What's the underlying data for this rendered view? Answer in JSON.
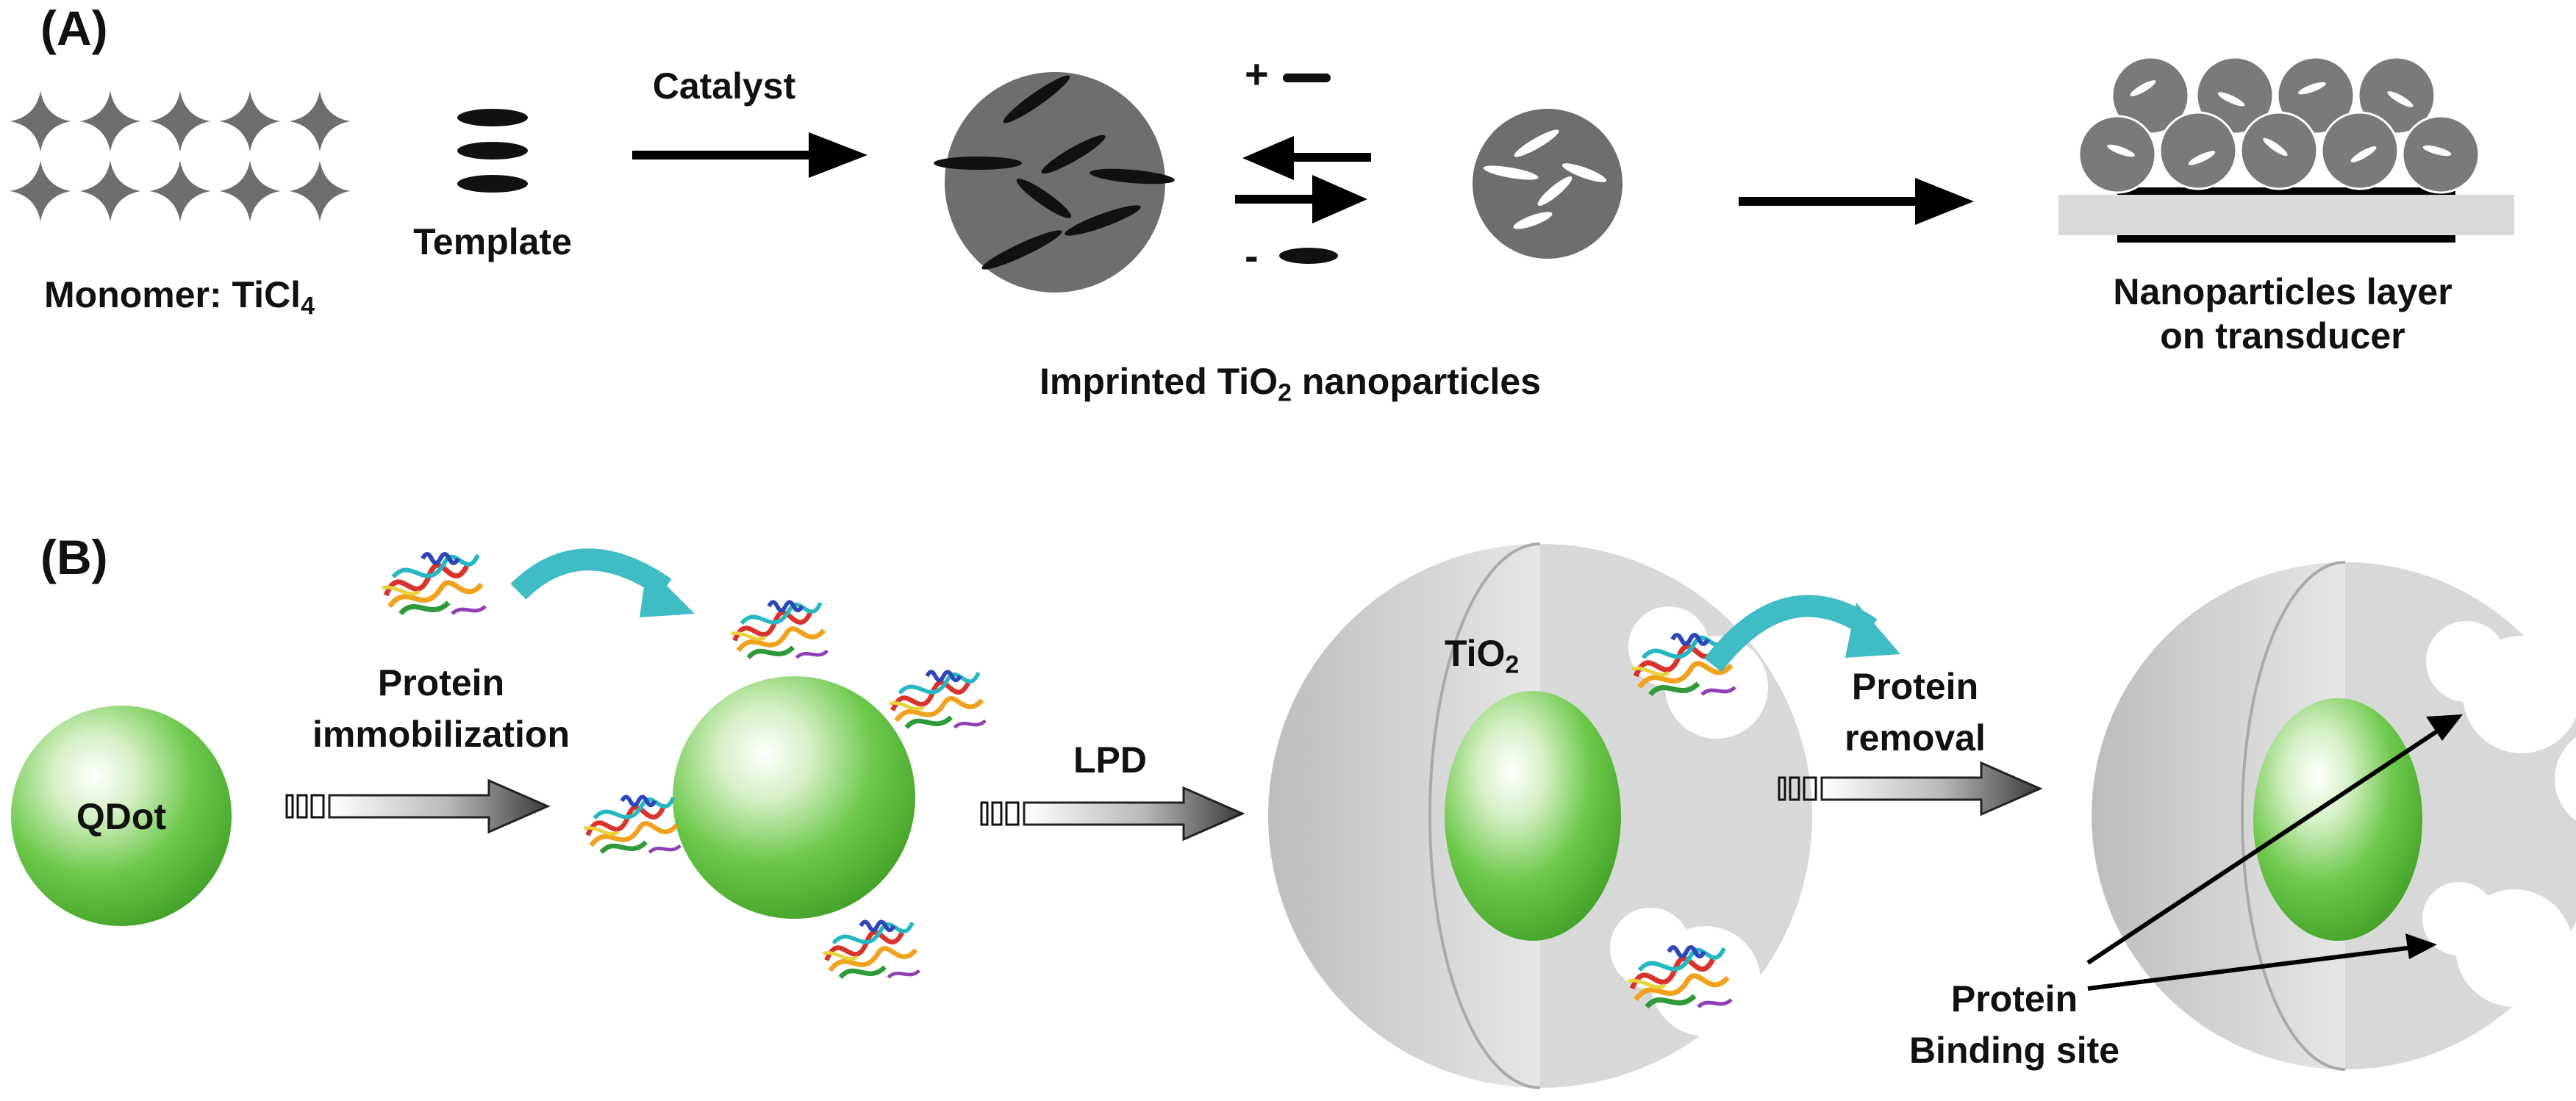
{
  "panel_a": {
    "label": "(A)",
    "monomer": {
      "prefix": "Monomer: TiCl",
      "sub": "4"
    },
    "template_label": "Template",
    "catalyst_label": "Catalyst",
    "plus_sign": "+",
    "minus_sign": "-",
    "imprinted": {
      "prefix": "Imprinted TiO",
      "sub": "2",
      "suffix": " nanoparticles"
    },
    "layer_line1": "Nanoparticles layer",
    "layer_line2": "on transducer"
  },
  "panel_b": {
    "label": "(B)",
    "qdot_label": "QDot",
    "step1_line1": "Protein",
    "step1_line2": "immobilization",
    "step2_label": "LPD",
    "tio2": {
      "prefix": "TiO",
      "sub": "2"
    },
    "step3_line1": "Protein",
    "step3_line2": "removal",
    "binding_line1": "Protein",
    "binding_line2": "Binding site"
  },
  "colors": {
    "particle_gray": "#6e6e6e",
    "qdot_green": "#5cc23a",
    "shell_gray": "#c9c9c9",
    "teal_arrow": "#3fbcc4",
    "substrate": "#d9d9d9"
  }
}
